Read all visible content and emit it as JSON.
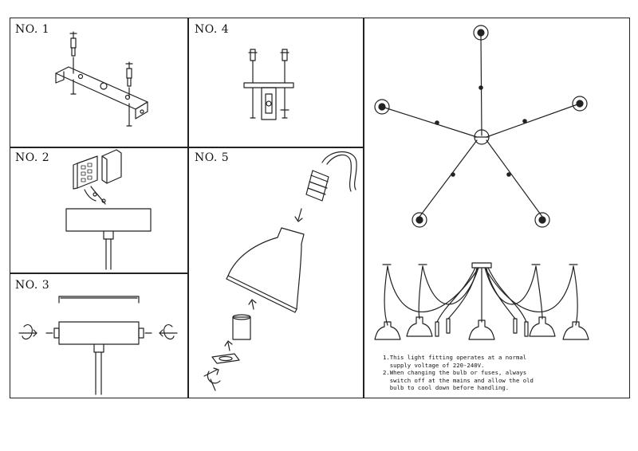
{
  "panels": {
    "p1": "NO. 1",
    "p2": "NO. 2",
    "p3": "NO. 3",
    "p4": "NO. 4",
    "p5": "NO. 5"
  },
  "notes": {
    "n1_l1": "1.This light fitting operates at a normal",
    "n1_l2": "  supply voltage of 220-240V.",
    "n2_l1": "2.When changing the bulb or fuses, always",
    "n2_l2": "  switch off at the mains and allow the old",
    "n2_l3": "  bulb to cool down before handling."
  },
  "colors": {
    "line": "#222222",
    "paper": "#ffffff"
  }
}
